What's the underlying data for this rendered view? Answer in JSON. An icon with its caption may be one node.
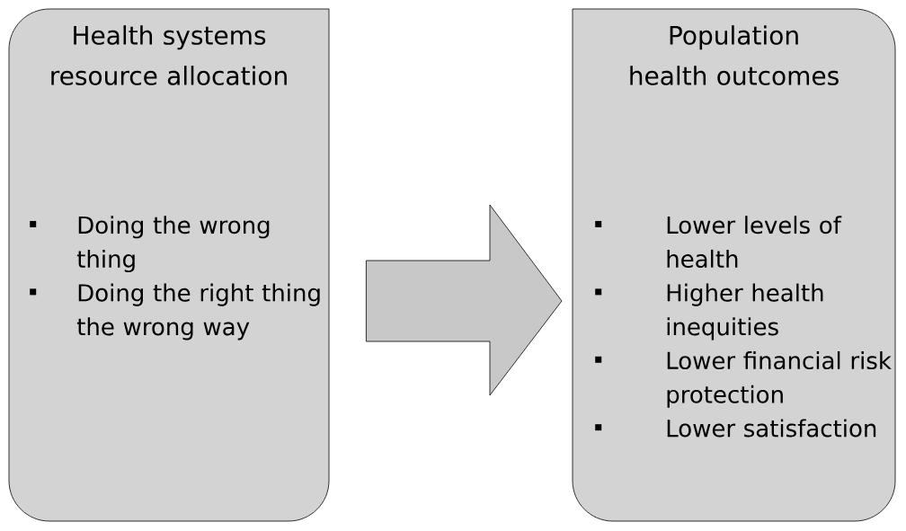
{
  "diagram": {
    "nodes": [
      {
        "text": [
          "Health systems resource allocation",
          "Doing the wrong thing",
          "Doing the right thing the wrong way"
        ]
      },
      {
        "text": [
          "Population health outcomes",
          "Lower levels of health",
          "Higher health inequities",
          "Lower financial risk protection",
          "Lower satisfaction"
        ]
      }
    ],
    "edges": [
      {
        "from": 0,
        "to": 1,
        "arrow": "to"
      }
    ]
  }
}
